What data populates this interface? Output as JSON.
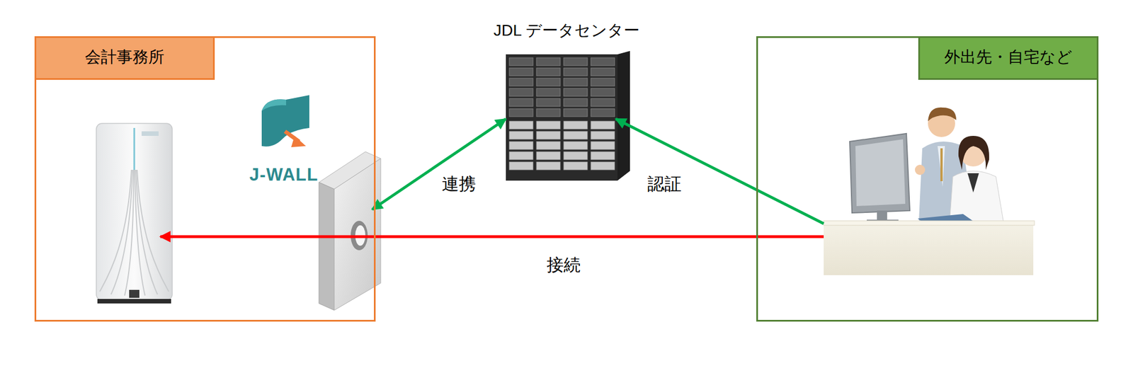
{
  "diagram": {
    "nodes": [
      {
        "text": [
          "会計事務所"
        ]
      },
      {
        "text": [
          "JDL データセンター"
        ]
      },
      {
        "text": [
          "外出先・自宅など"
        ]
      }
    ],
    "edges": [
      {
        "from": 0,
        "to": 1,
        "arrow": "both",
        "label": "連携"
      },
      {
        "from": 2,
        "to": 1,
        "arrow": "to",
        "label": "認証"
      },
      {
        "from": 2,
        "to": 0,
        "arrow": "to",
        "label": "接続"
      }
    ],
    "labels": [
      "J-WALL"
    ]
  }
}
